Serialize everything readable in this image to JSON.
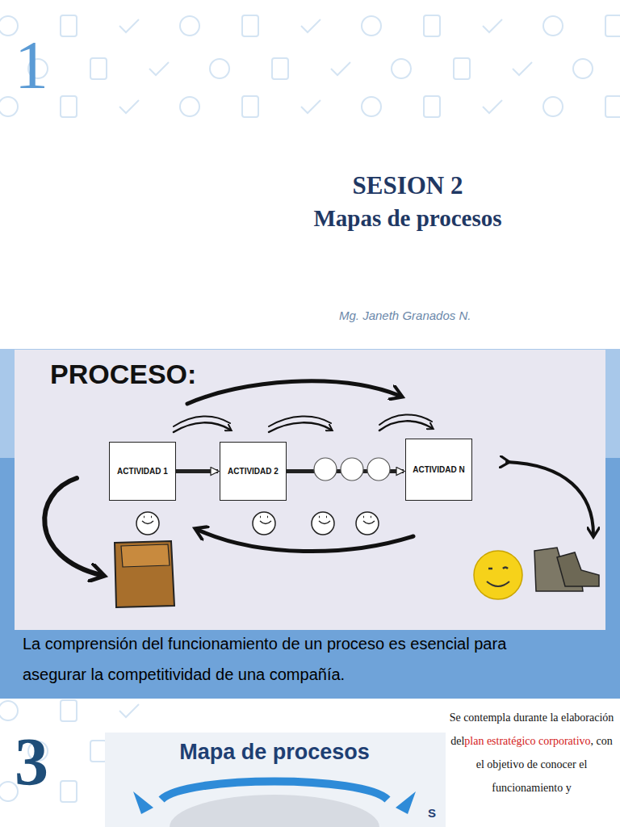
{
  "diagram": {
    "title": "SESION 2",
    "nodes": [
      {
        "text": [
          "ACTIVIDAD 1"
        ]
      },
      {
        "text": [
          "ACTIVIDAD 2"
        ]
      },
      {
        "text": [
          "ACTIVIDAD N"
        ]
      }
    ],
    "edges": [
      {
        "from": 0,
        "to": 1,
        "arrow": "to"
      },
      {
        "from": 1,
        "to": 2,
        "arrow": "to"
      }
    ],
    "labels": [
      "1",
      "Mapas de procesos",
      "Mg. Janeth Granados N.",
      "PROCESO:",
      "La comprensión del funcionamiento de un proceso es esencial para asegurar la competitividad de una compañía.",
      "3",
      "Mapa de procesos",
      "S",
      "Se contempla durante la elaboración del",
      "plan estratégico corporativo",
      ", con el objetivo de conocer el funcionamiento y"
    ]
  }
}
